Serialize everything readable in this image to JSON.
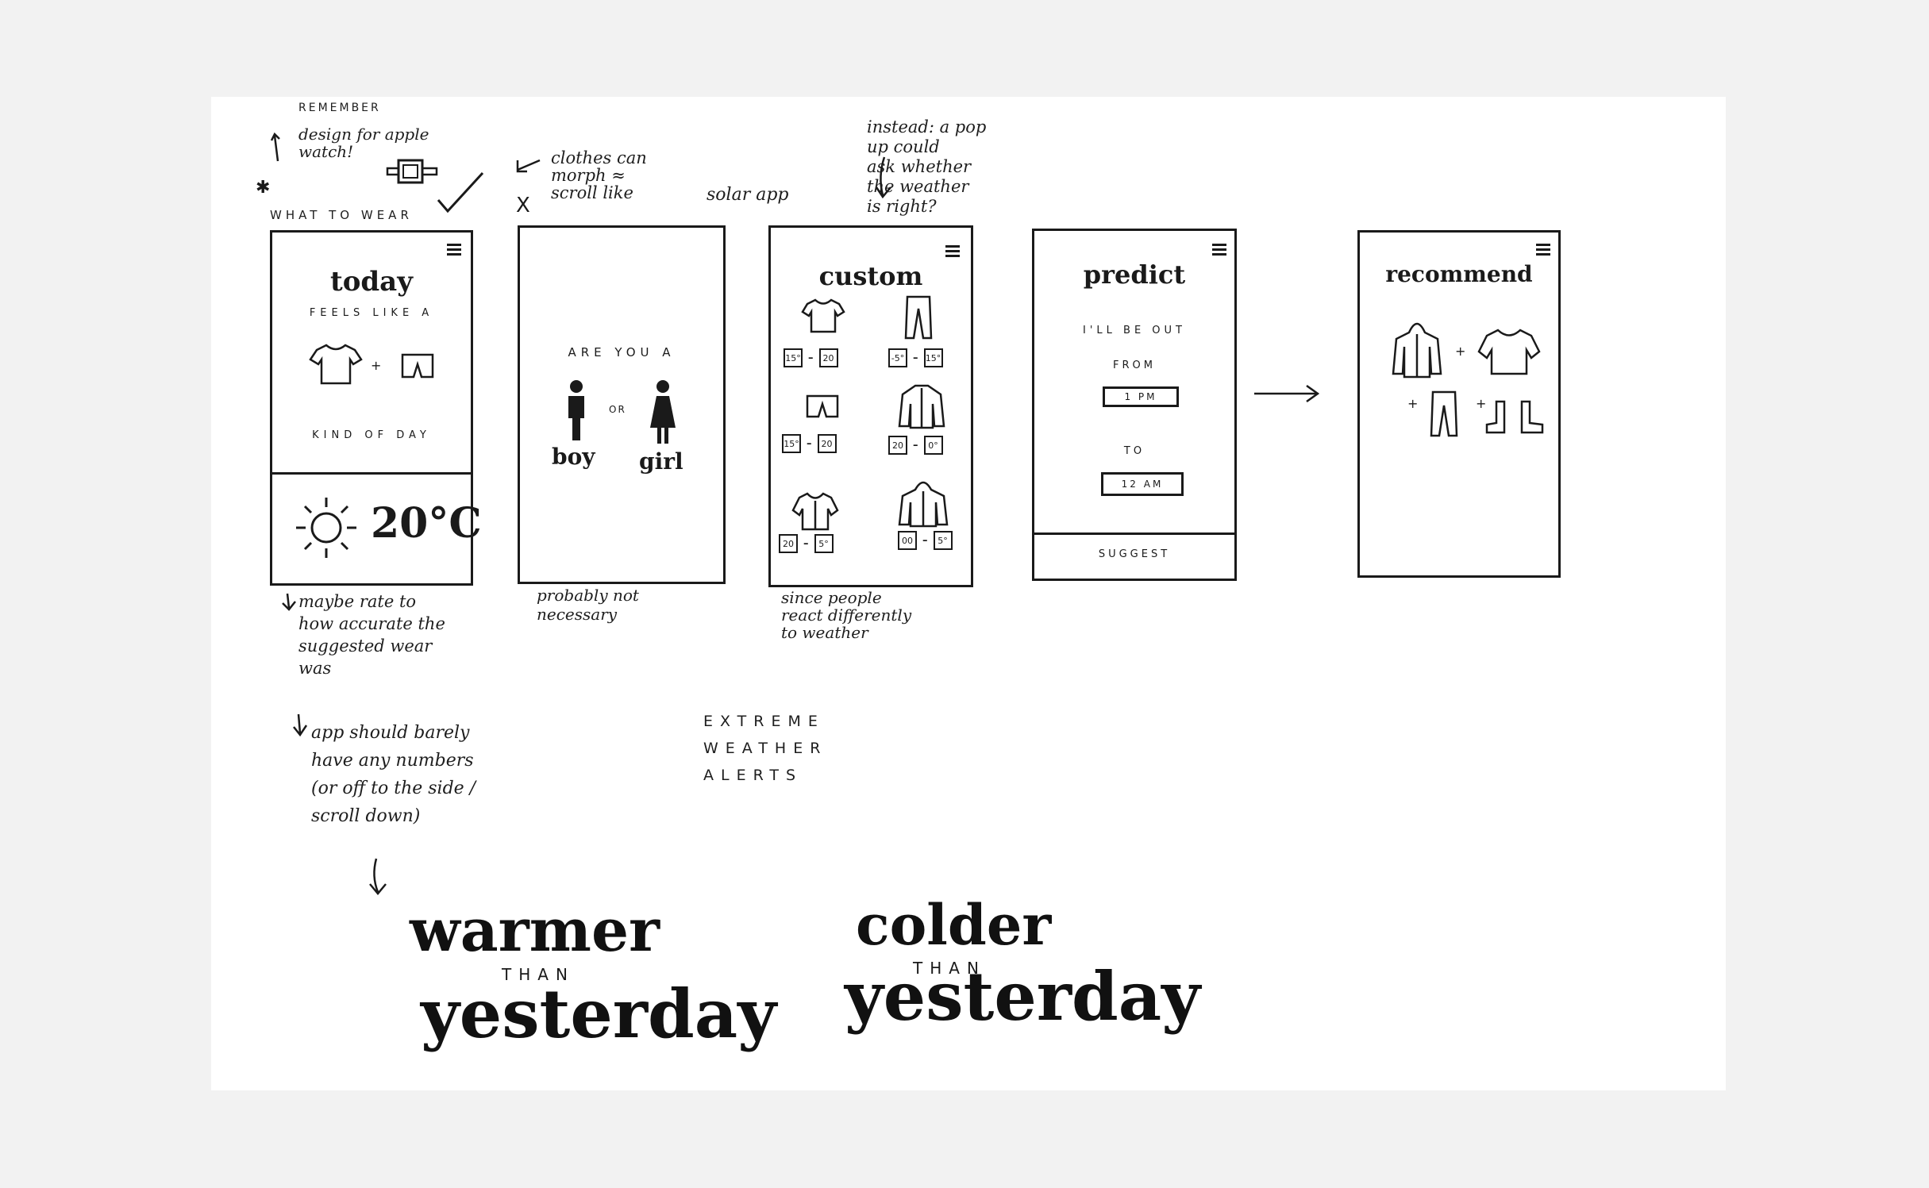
{
  "notes": {
    "remember": "REMEMBER",
    "apple_watch": "design for apple\nwatch!",
    "what_to_wear": "WHAT TO WEAR",
    "clothes_morph": "clothes can\nmorph ≈\nscroll like",
    "solar_app": "solar app",
    "x_mark": "X",
    "instead_popup": "instead: a pop\nup could\nask whether\nthe weather\nis right?",
    "maybe_rate": "maybe rate to\nhow accurate the\nsuggested wear\nwas",
    "probably_not": "probably not\nnecessary",
    "since_people": "since people\nreact differently\nto weather",
    "app_numbers": "app should barely\nhave any numbers\n(or off to the side /\nscroll down)",
    "extreme_alerts": "EXTREME\nWEATHER\nALERTS"
  },
  "screens": {
    "today": {
      "title": "today",
      "feels_like": "FEELS LIKE A",
      "kind_of_day": "KIND OF DAY",
      "temperature": "20°C"
    },
    "gender": {
      "question": "ARE YOU A",
      "or": "OR",
      "boy": "boy",
      "girl": "girl"
    },
    "custom": {
      "title": "custom",
      "ranges": [
        {
          "from": "15°",
          "to": "20"
        },
        {
          "from": "-5°",
          "to": "15°"
        },
        {
          "from": "15°",
          "to": "20"
        },
        {
          "from": "20",
          "to": "0°"
        },
        {
          "from": "20",
          "to": "5°"
        },
        {
          "from": "00",
          "to": "5°"
        }
      ]
    },
    "predict": {
      "title": "predict",
      "ill_be_out": "I'LL BE OUT",
      "from": "FROM",
      "from_time": "1 PM",
      "to": "TO",
      "to_time": "12 AM",
      "suggest": "SUGGEST"
    },
    "recommend": {
      "title": "recommend"
    }
  },
  "compare": {
    "warmer": "warmer",
    "warmer_than": "THAN",
    "warmer_yesterday": "yesterday",
    "colder": "colder",
    "colder_than": "THAN",
    "colder_yesterday": "yesterday"
  }
}
